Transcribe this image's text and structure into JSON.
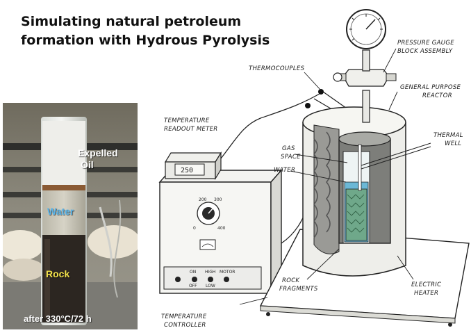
{
  "title": {
    "line1": "Simulating natural petroleum",
    "line2": "formation with Hydrous Pyrolysis"
  },
  "photo": {
    "labels": {
      "expelled": "Expelled",
      "oil": "Oil",
      "water": "Water",
      "rock": "Rock",
      "caption": "after 330°C/72 h"
    },
    "colors": {
      "white": "#ffffff",
      "water": "#5ab4e8",
      "rock": "#f2e14a"
    }
  },
  "diagram": {
    "labels": {
      "pressure_gauge_1": "PRESSURE GAUGE",
      "pressure_gauge_2": "BLOCK ASSEMBLY",
      "thermocouples": "THERMOCOUPLES",
      "reactor_1": "GENERAL PURPOSE",
      "reactor_2": "REACTOR",
      "temp_readout_1": "TEMPERATURE",
      "temp_readout_2": "READOUT METER",
      "thermal_well_1": "THERMAL",
      "thermal_well_2": "WELL",
      "gas_space_1": "GAS",
      "gas_space_2": "SPACE",
      "water": "WATER",
      "rock_fragments_1": "ROCK",
      "rock_fragments_2": "FRAGMENTS",
      "electric_heater_1": "ELECTRIC",
      "electric_heater_2": "HEATER",
      "temp_controller_1": "TEMPERATURE",
      "temp_controller_2": "CONTROLLER",
      "readout_value": "250",
      "dial_200": "200",
      "dial_300": "300",
      "dial_0": "0",
      "dial_400": "400",
      "switch_on": "ON",
      "switch_off": "OFF",
      "switch_high": "HIGH",
      "switch_low": "LOW",
      "switch_motor": "MOTOR"
    }
  }
}
